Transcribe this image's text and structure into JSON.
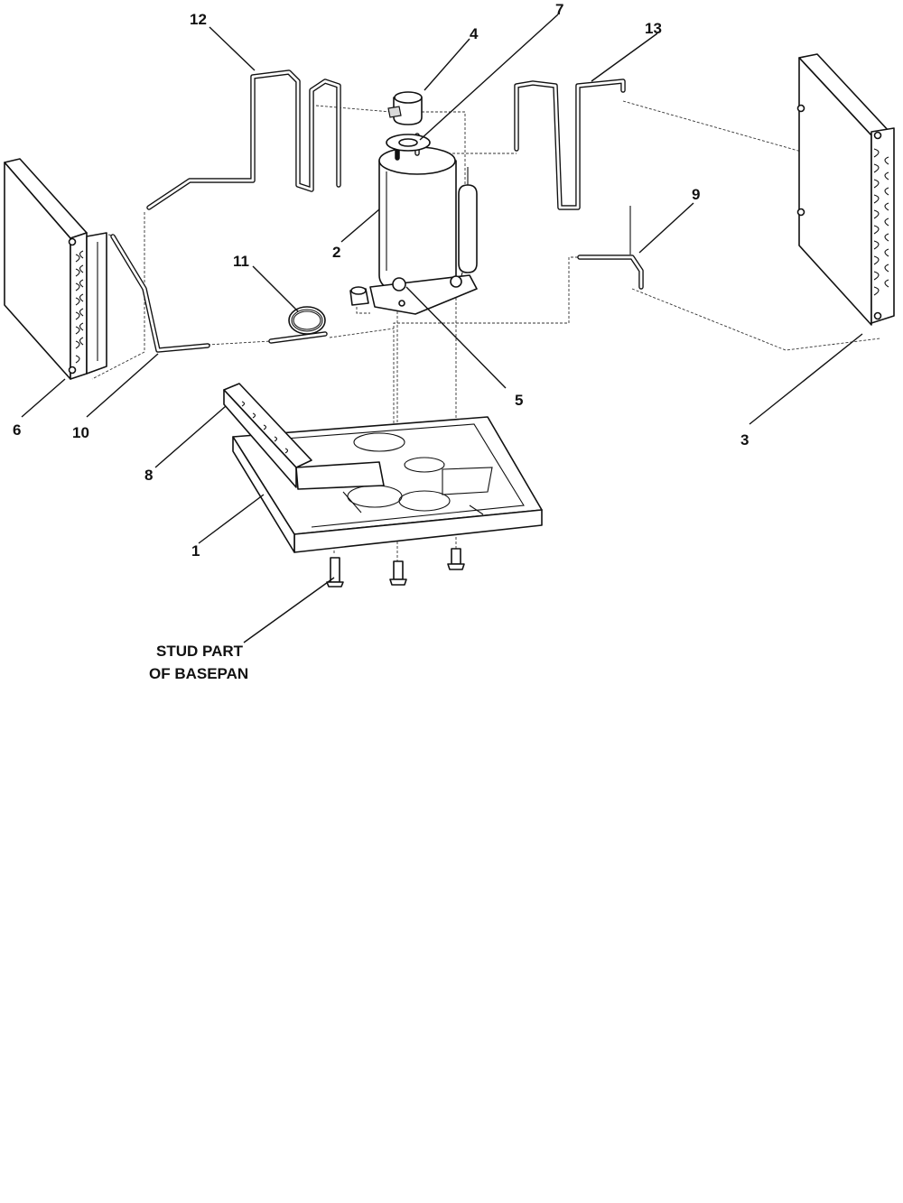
{
  "callouts": {
    "c1": "1",
    "c2": "2",
    "c3": "3",
    "c4": "4",
    "c5": "5",
    "c6": "6",
    "c7": "7",
    "c8": "8",
    "c9": "9",
    "c10": "10",
    "c11": "11",
    "c12": "12",
    "c13": "13"
  },
  "note": {
    "line1": "STUD PART",
    "line2": "OF BASEPAN"
  }
}
